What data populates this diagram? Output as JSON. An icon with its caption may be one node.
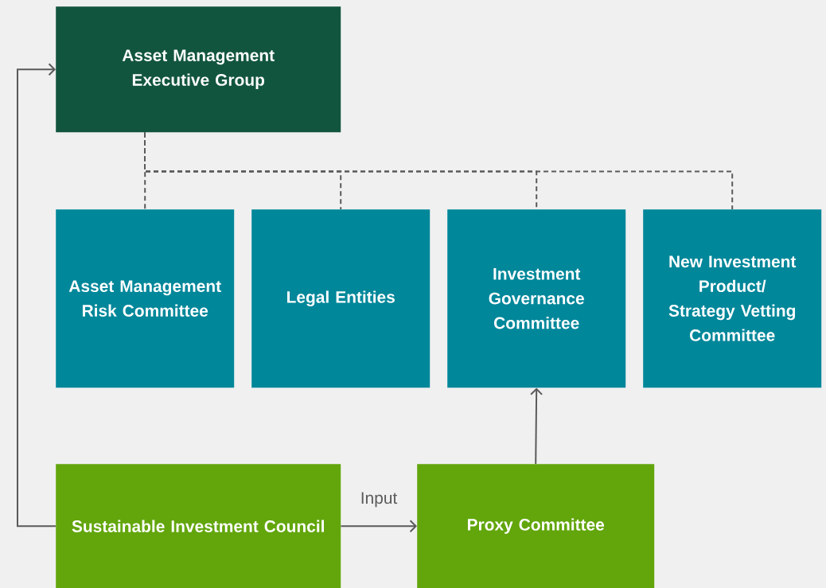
{
  "diagram": {
    "nodes": [
      {
        "text": [
          "Asset Management Executive Group"
        ]
      },
      {
        "text": [
          "Asset Management Risk Committee"
        ]
      },
      {
        "text": [
          "Legal Entities"
        ]
      },
      {
        "text": [
          "Investment Governance Committee"
        ]
      },
      {
        "text": [
          "New Investment Product/ Strategy Vetting Committee"
        ]
      },
      {
        "text": [
          "Sustainable Investment Council"
        ]
      },
      {
        "text": [
          "Proxy Committee"
        ]
      }
    ],
    "edges": [
      {
        "from": 0,
        "to": 1,
        "arrow": "none",
        "style": "dashed"
      },
      {
        "from": 0,
        "to": 2,
        "arrow": "none",
        "style": "dashed"
      },
      {
        "from": 0,
        "to": 3,
        "arrow": "none",
        "style": "dashed"
      },
      {
        "from": 0,
        "to": 4,
        "arrow": "none",
        "style": "dashed"
      },
      {
        "from": 5,
        "to": 6,
        "arrow": "to",
        "label": "Input"
      },
      {
        "from": 6,
        "to": 3,
        "arrow": "to"
      },
      {
        "from": 5,
        "to": 0,
        "arrow": "to"
      }
    ]
  }
}
